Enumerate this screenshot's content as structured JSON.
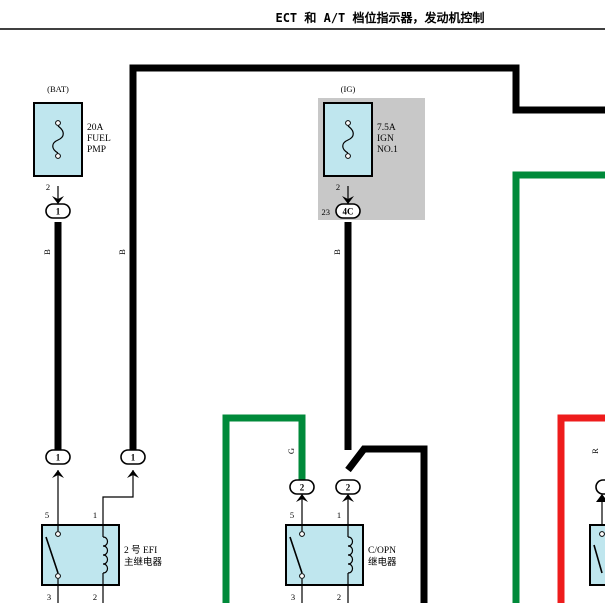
{
  "header": {
    "title": "ECT 和 A/T 档位指示器，发动机控制"
  },
  "fuses": [
    {
      "source": "(BAT)",
      "lines": [
        "20A",
        "FUEL",
        "PMP"
      ],
      "pin": "2"
    },
    {
      "source": "(IG)",
      "lines": [
        "7.5A",
        "IGN",
        "NO.1"
      ],
      "pin": "2"
    }
  ],
  "connectors": {
    "fuel_top": "1",
    "ign_top": "4C",
    "ign_top_prefix": "23",
    "fuel_bottom": "1",
    "b_bottom": "1",
    "copn_left": "2",
    "copn_right": "2"
  },
  "wire_colors": {
    "fuel": "B",
    "second": "B",
    "ign": "B",
    "green": "G",
    "red": "R"
  },
  "relays": [
    {
      "name_line1": "2 号 EFI",
      "name_line2": "主继电器",
      "pin_tl": "5",
      "pin_tr": "1",
      "pin_bl": "3",
      "pin_br": "2"
    },
    {
      "name_line1": "C/OPN",
      "name_line2": "继电器",
      "pin_tl": "5",
      "pin_tr": "1",
      "pin_bl": "3",
      "pin_br": "2"
    }
  ],
  "colors": {
    "black_wire": "#000000",
    "green_wire": "#008a3a",
    "red_wire": "#ee1c1c",
    "component_fill": "#bfe6ee",
    "highlight": "#c8c8c8"
  }
}
